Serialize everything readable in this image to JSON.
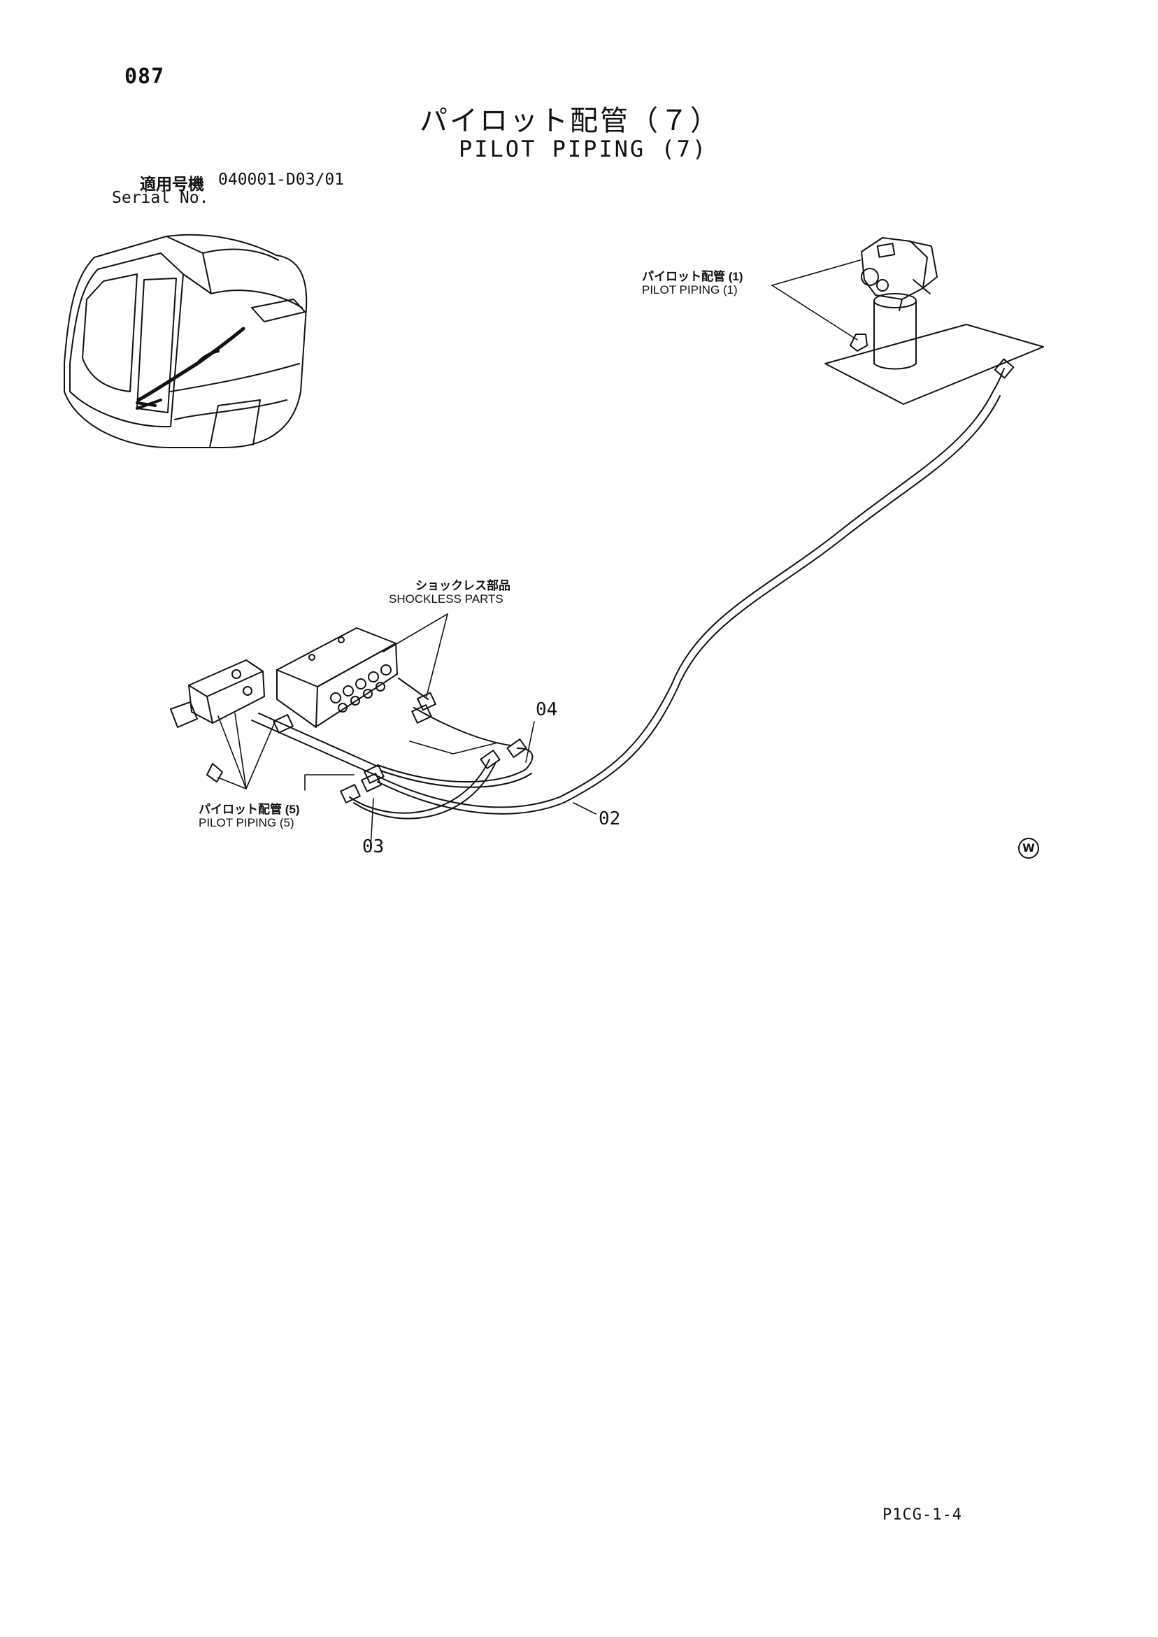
{
  "page_number": "087",
  "title": {
    "jp": "パイロット配管（７）",
    "en": "PILOT PIPING (7)"
  },
  "serial": {
    "jp_label": "適用号機",
    "value": "040001-D03/01",
    "en_label": "Serial No."
  },
  "labels": {
    "pilot_piping_1": {
      "jp": "パイロット配管 (1)",
      "en": "PILOT PIPING (1)"
    },
    "shockless_parts": {
      "jp": "ショックレス部品",
      "en": "SHOCKLESS PARTS"
    },
    "pilot_piping_5": {
      "jp": "パイロット配管 (5)",
      "en": "PILOT PIPING (5)"
    }
  },
  "callouts": {
    "c02": "02",
    "c03": "03",
    "c04": "04"
  },
  "w_mark": "W",
  "footer_code": "P1CG-1-4"
}
